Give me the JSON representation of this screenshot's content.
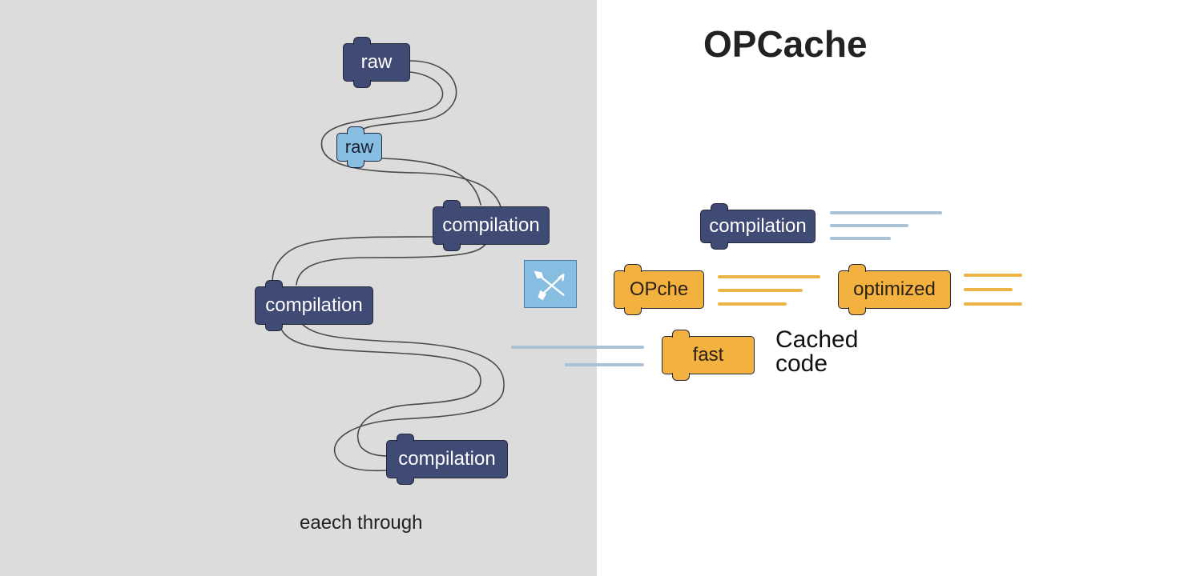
{
  "colors": {
    "navy": "#3f4a75",
    "light_blue": "#87bde0",
    "orange": "#f3b140",
    "wire": "#4a4a4a",
    "speed_line_blue": "#a9c2d6",
    "speed_line_orange": "#ecb445",
    "left_panel_bg": "#dcdcdc",
    "right_panel_bg": "#ffffff"
  },
  "title": "OPCache",
  "left_panel": {
    "caption": "eaech through",
    "blocks": [
      {
        "id": "raw-1",
        "label": "raw",
        "style": "navy"
      },
      {
        "id": "raw-2",
        "label": "raw",
        "style": "light-blue"
      },
      {
        "id": "compilation-1",
        "label": "compilation",
        "style": "navy"
      },
      {
        "id": "compilation-2",
        "label": "compilation",
        "style": "navy"
      },
      {
        "id": "compilation-3",
        "label": "compilation",
        "style": "navy"
      }
    ]
  },
  "right_panel": {
    "blocks": [
      {
        "id": "compilation-r",
        "label": "compilation",
        "style": "navy"
      },
      {
        "id": "opche",
        "label": "OPche",
        "style": "orange"
      },
      {
        "id": "optimized",
        "label": "optimized",
        "style": "orange"
      },
      {
        "id": "fast",
        "label": "fast",
        "style": "orange"
      }
    ],
    "cached_label": {
      "line1": "Cached",
      "line2": "code"
    }
  },
  "icons": {
    "tool": "tools-icon"
  }
}
